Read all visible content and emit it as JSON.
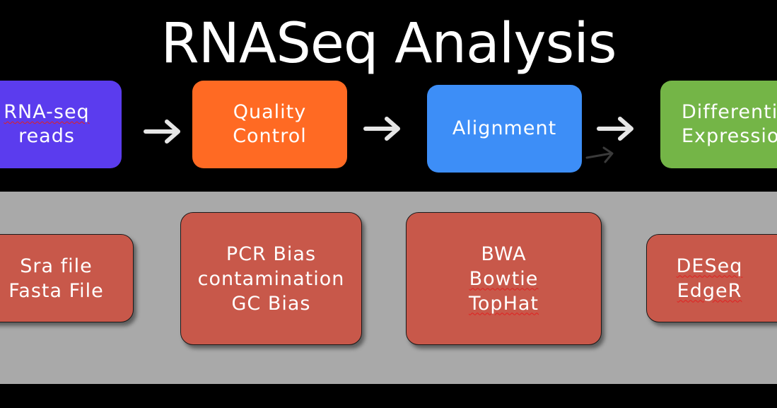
{
  "title": "RNASeq Analysis",
  "stages": [
    {
      "lines": [
        "RNA-seq",
        "reads"
      ],
      "color": "#5b3cee"
    },
    {
      "lines": [
        "Quality",
        "Control"
      ],
      "color": "#ff6a23"
    },
    {
      "lines": [
        "Alignment"
      ],
      "color": "#3d8ef7"
    },
    {
      "lines": [
        "Differenti",
        "Expressio"
      ],
      "color": "#74b547"
    }
  ],
  "tools": [
    {
      "lines": [
        "Sra file",
        "Fasta File"
      ]
    },
    {
      "lines": [
        "PCR Bias",
        "contamination",
        "GC Bias"
      ]
    },
    {
      "lines": [
        "BWA",
        "Bowtie",
        "TopHat"
      ]
    },
    {
      "lines": [
        "DESeq",
        "EdgeR"
      ]
    }
  ],
  "colors": {
    "background": "#000000",
    "band": "#a9a9a9",
    "tool_box": "#c8584a",
    "arrow": "#e6e6e6"
  }
}
